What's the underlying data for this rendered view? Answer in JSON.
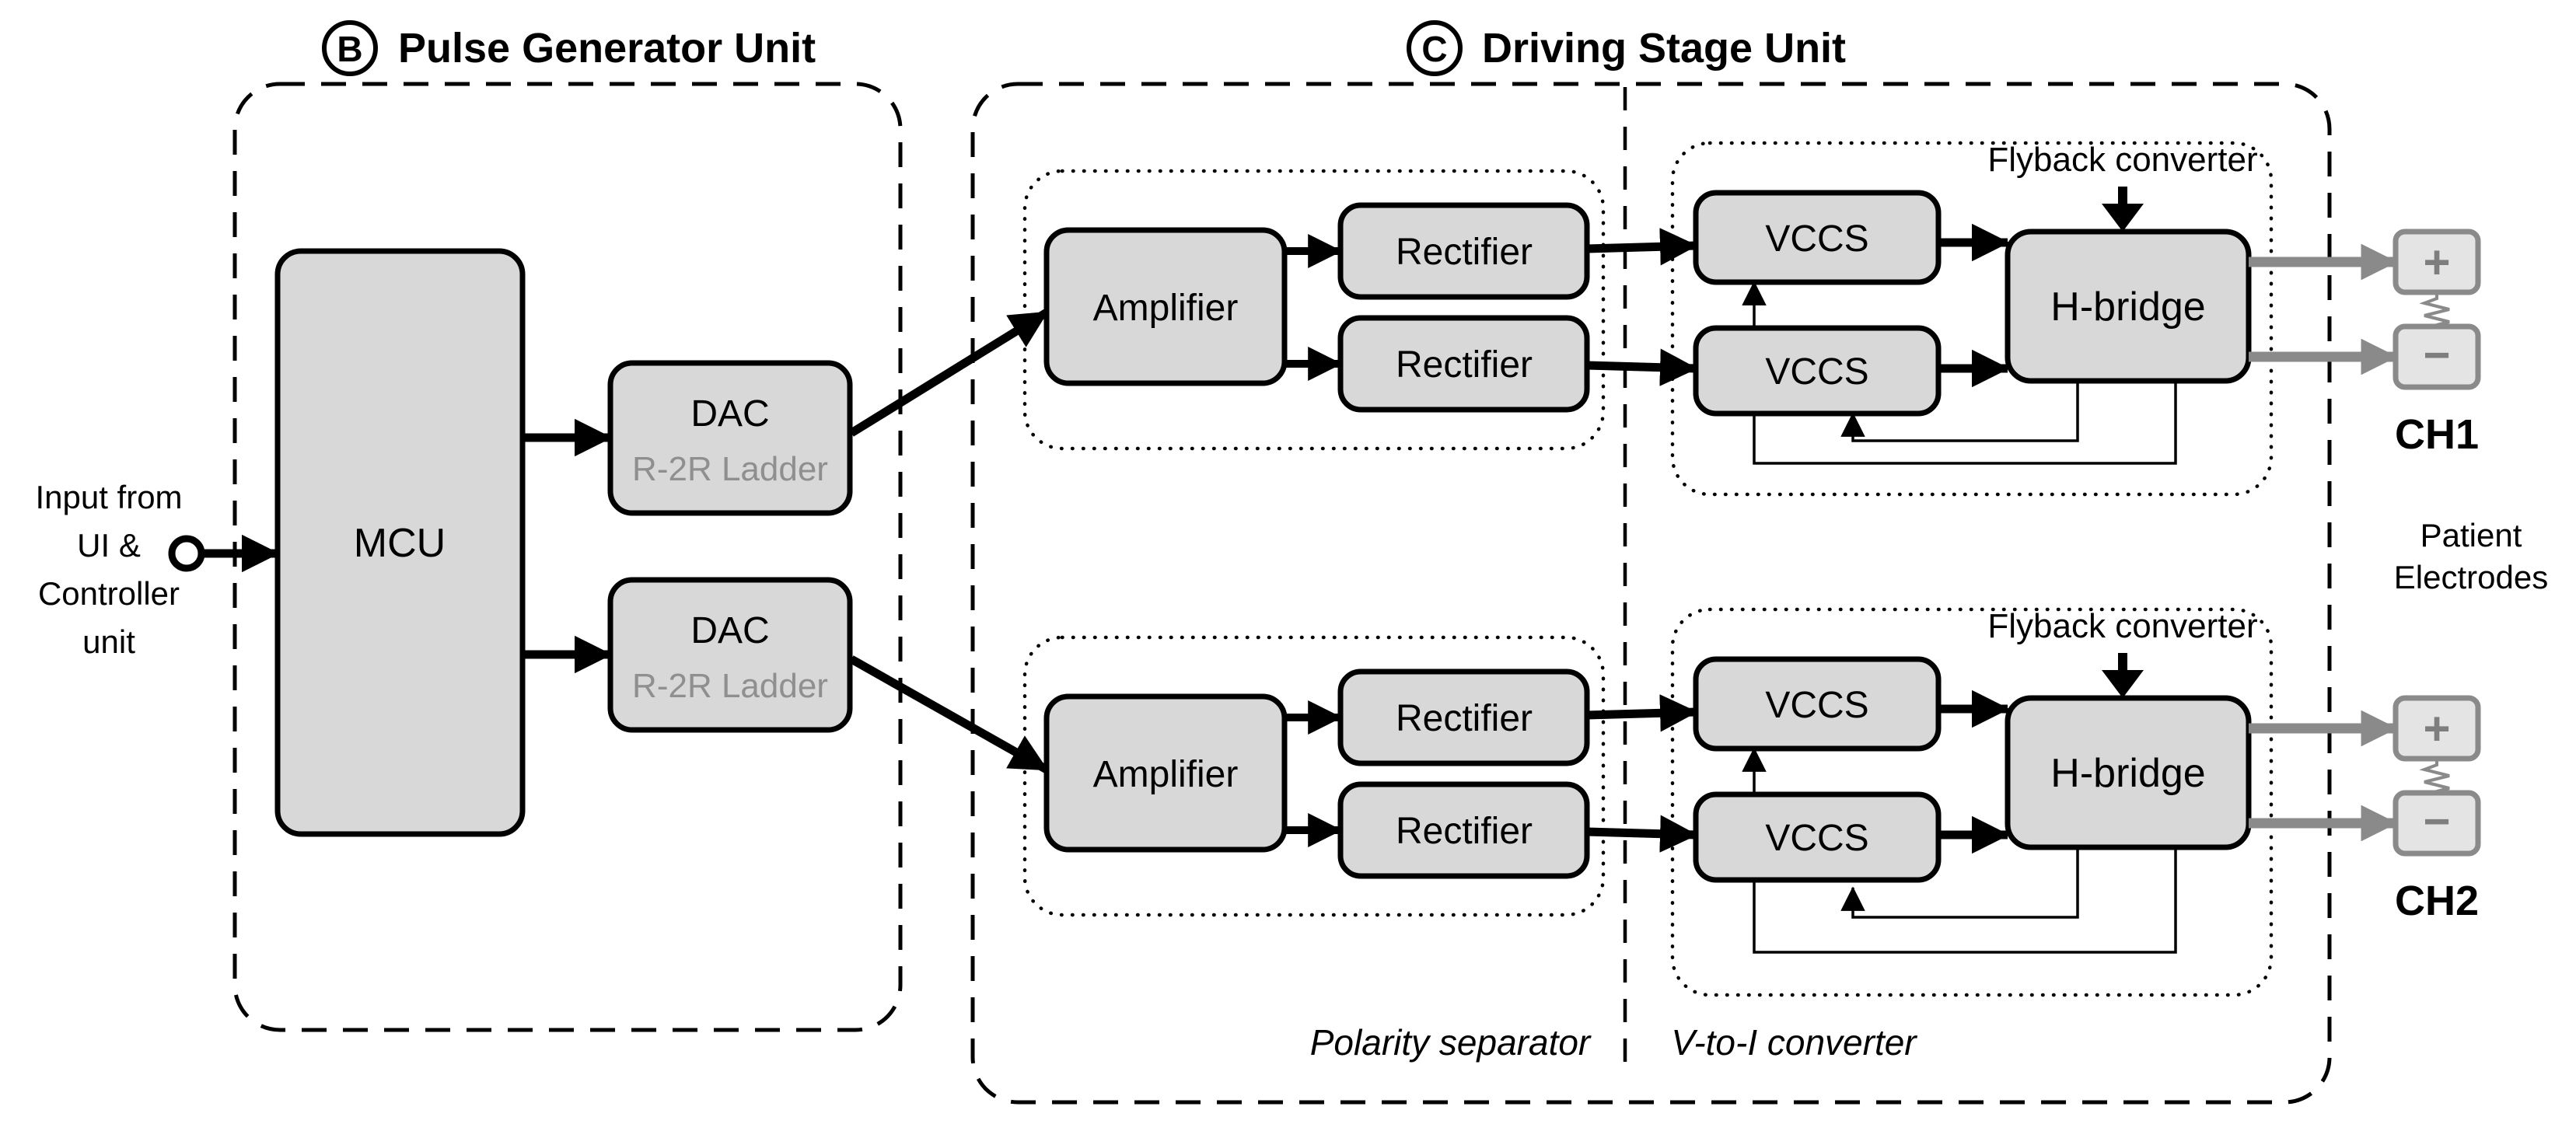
{
  "sections": {
    "pulse": {
      "badge": "B",
      "title": "Pulse Generator Unit"
    },
    "driving": {
      "badge": "C",
      "title": "Driving Stage Unit"
    }
  },
  "pulse_unit": {
    "input_lines": [
      "Input from",
      "UI &",
      "Controller",
      "unit"
    ],
    "mcu_label": "MCU",
    "dac_label": "DAC",
    "dac_sublabel": "R-2R Ladder"
  },
  "driving_unit": {
    "amplifier_label": "Amplifier",
    "rectifier_label": "Rectifier",
    "vccs_label": "VCCS",
    "hbridge_label": "H-bridge",
    "flyback_label": "Flyback converter",
    "polarity_label": "Polarity separator",
    "vtoi_label": "V-to-I converter"
  },
  "outputs": {
    "ch1_label": "CH1",
    "ch2_label": "CH2",
    "plus": "+",
    "minus": "−",
    "patient_lines": [
      "Patient",
      "Electrodes"
    ]
  },
  "colors": {
    "background": "#ffffff",
    "block_fill": "#d8d8d8",
    "block_border": "#000000",
    "gray_accent": "#8a8a8a",
    "electrode_fill": "#e4e4e4",
    "electrode_symbol": "#7e7e7e",
    "dac_sublabel_gray": "#8f8f8f"
  }
}
